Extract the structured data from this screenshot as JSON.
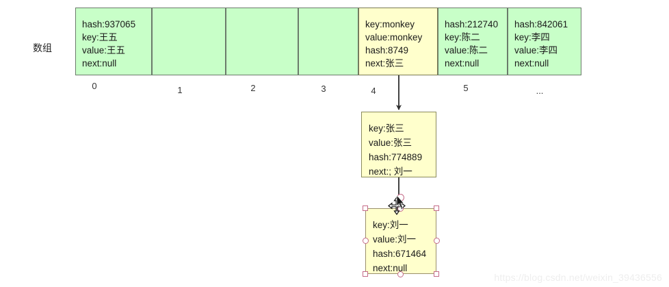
{
  "diagram": {
    "title": "HashMap array and linked-list chain diagram",
    "side_label": "数组",
    "colors": {
      "bucket_fill": "#c8ffc8",
      "bucket_stroke": "#6b7a6b",
      "node_fill": "#ffffcc",
      "node_stroke": "#8a8a5c",
      "selection_handle": "#c36a87",
      "arrow": "#3a3a3a",
      "watermark": "#eeeeee"
    },
    "array": {
      "indices": [
        "0",
        "1",
        "2",
        "3",
        "4",
        "5",
        "..."
      ],
      "buckets": [
        {
          "index": "0",
          "filled": true,
          "highlighted": false,
          "lines": [
            "hash:937065",
            "key:王五",
            "value:王五",
            "next:null"
          ]
        },
        {
          "index": "1",
          "filled": false,
          "highlighted": false,
          "lines": []
        },
        {
          "index": "2",
          "filled": false,
          "highlighted": false,
          "lines": []
        },
        {
          "index": "3",
          "filled": false,
          "highlighted": false,
          "lines": []
        },
        {
          "index": "4",
          "filled": true,
          "highlighted": true,
          "lines": [
            "key:monkey",
            "value:monkey",
            "hash:8749",
            "next:张三"
          ]
        },
        {
          "index": "5",
          "filled": true,
          "highlighted": false,
          "lines": [
            "hash:212740",
            "key:陈二",
            "value:陈二",
            "next:null"
          ]
        },
        {
          "index": "...",
          "filled": true,
          "highlighted": false,
          "lines": [
            "hash:842061",
            "key:李四",
            "value:李四",
            "next:null"
          ]
        }
      ]
    },
    "chain_nodes": [
      {
        "name": "zhangsan-node",
        "selected": false,
        "lines": [
          "key:张三",
          "value:张三",
          "hash:774889",
          "next:; 刘一"
        ]
      },
      {
        "name": "liuyi-node",
        "selected": true,
        "lines": [
          "key:刘一",
          "value:刘一",
          "hash:671464",
          "next:null"
        ]
      }
    ],
    "watermark": "https://blog.csdn.net/weixin_39436556"
  }
}
